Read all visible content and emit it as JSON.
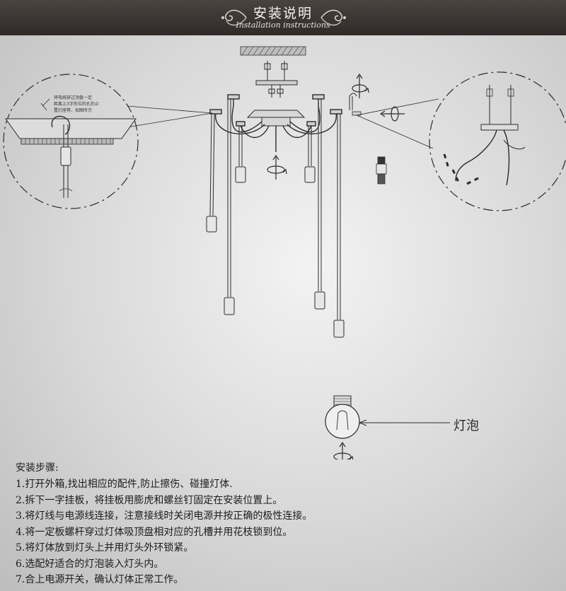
{
  "header": {
    "title": "安装说明",
    "subtitle": "Installation instructions"
  },
  "diagram": {
    "bulb_label": "灯泡",
    "left_detail_note": [
      "将电线穿过顶盘一定",
      "距离上3字形位的孔的止",
      "置灯座等，如图所示"
    ]
  },
  "steps": {
    "title": "安装步骤:",
    "items": [
      "1.打开外箱,找出相应的配件,防止擦伤、碰撞灯体.",
      "2.拆下一字挂板，将挂板用膨虎和螺丝钉固定在安装位置上。",
      "3.将灯线与电源线连接，注意接线时关闭电源并按正确的极性连接。",
      "4.将一定板螺杆穿过灯体吸顶盘相对应的孔槽并用花枝锁到位。",
      "5.将灯体放到灯头上并用灯头外环锁紧。",
      "6.选配好适合的灯泡装入灯头内。",
      "7.合上电源开关，确认灯体正常工作。"
    ]
  }
}
